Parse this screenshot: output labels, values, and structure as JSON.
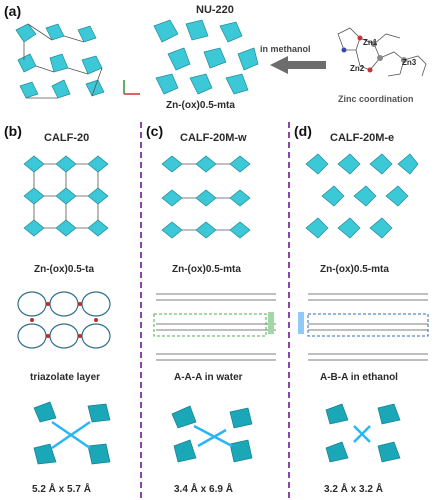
{
  "panels": {
    "a": {
      "tag": "(a)",
      "title": "NU-220",
      "subtitle": "Zn-(ox)0.5-mta",
      "arrow_text": "in methanol",
      "coord_caption": "Zinc coordination",
      "zn_labels": [
        "Zn1",
        "Zn2",
        "Zn3"
      ]
    },
    "b": {
      "tag": "(b)",
      "title": "CALF-20",
      "caption1": "Zn-(ox)0.5-ta",
      "caption2": "triazolate layer",
      "caption3": "5.2 Å x 5.7 Å"
    },
    "c": {
      "tag": "(c)",
      "title": "CALF-20M-w",
      "caption1": "Zn-(ox)0.5-mta",
      "caption2": "A-A-A in water",
      "caption3": "3.4 Å x 6.9 Å"
    },
    "d": {
      "tag": "(d)",
      "title": "CALF-20M-e",
      "caption1": "Zn-(ox)0.5-mta",
      "caption2": "A-B-A in ethanol",
      "caption3": "3.2 Å x 3.2 Å"
    }
  },
  "colors": {
    "polyhedra": "#3cc8d6",
    "divider": "#8e44ad",
    "arrow": "#6d6d6d",
    "green_box": "#4caf50",
    "blue_box": "#2b6cb0"
  }
}
